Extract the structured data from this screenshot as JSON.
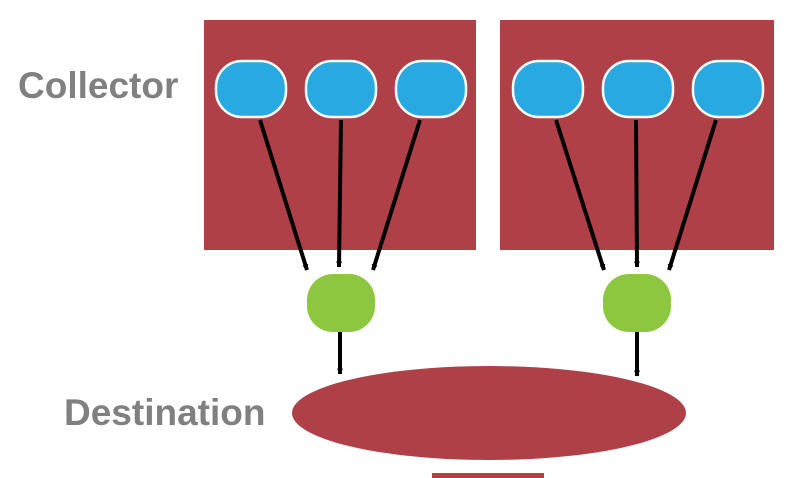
{
  "labels": {
    "collector": "Collector",
    "destination": "Destination"
  },
  "colors": {
    "collector_box": "#b04048",
    "source_node": "#29a9e1",
    "source_node_stroke": "#ffffff",
    "aggregator_node": "#8dc63f",
    "destination": "#b04048",
    "arrow": "#000000",
    "label_text": "#808080"
  },
  "groups": [
    {
      "sources": 3
    },
    {
      "sources": 3
    }
  ]
}
